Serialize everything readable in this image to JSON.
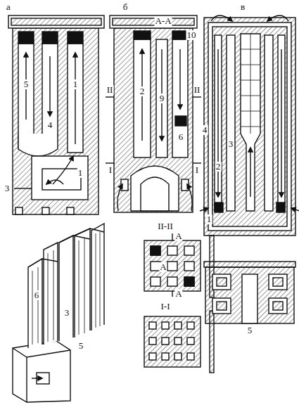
{
  "diagram": {
    "labels": [
      "а",
      "5",
      "4",
      "1",
      "1",
      "3",
      "б",
      "А-А",
      "10",
      "II",
      "2",
      "9",
      "6",
      "II",
      "I",
      "I",
      "в",
      "4",
      "3",
      "2",
      "1",
      "II-II",
      "А",
      "А",
      "А",
      "I-I",
      "5",
      "6",
      "3",
      "5"
    ]
  }
}
